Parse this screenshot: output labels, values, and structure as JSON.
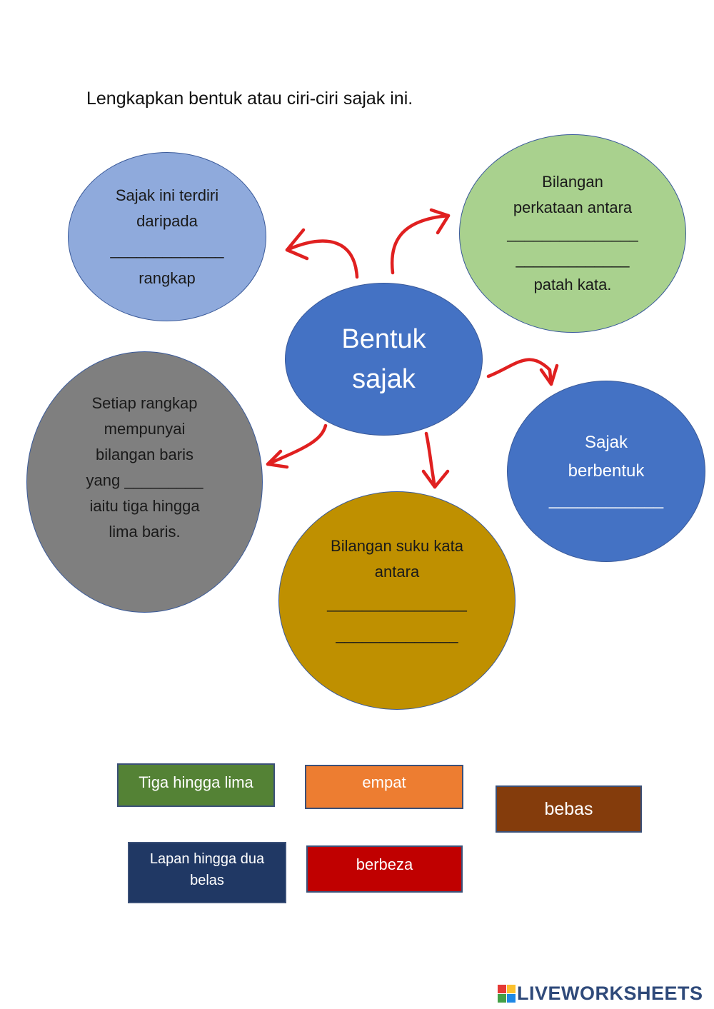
{
  "instruction": "Lengkapkan bentuk atau ciri-ciri sajak ini.",
  "center": {
    "lines": [
      "Bentuk",
      "sajak"
    ]
  },
  "bubbles": {
    "rangkap": {
      "lines": [
        "Sajak ini terdiri",
        "daripada",
        "_____________",
        "rangkap"
      ]
    },
    "perkataan": {
      "lines": [
        "Bilangan",
        "perkataan antara",
        "_______________",
        "_____________",
        "patah kata."
      ]
    },
    "berbentuk": {
      "lines": [
        "Sajak",
        "berbentuk",
        "____________"
      ]
    },
    "baris": {
      "lines": [
        "Setiap rangkap",
        "mempunyai",
        "bilangan baris",
        "yang _________",
        "iaitu tiga hingga",
        "lima baris."
      ]
    },
    "suku_kata": {
      "lines": [
        "Bilangan suku kata",
        "antara",
        "________________",
        "______________"
      ]
    }
  },
  "answers": {
    "tiga_hingga_lima": "Tiga hingga lima",
    "empat": "empat",
    "bebas": "bebas",
    "lapan_hingga_dua_belas": [
      "Lapan hingga dua",
      "belas"
    ],
    "berbeza": "berbeza"
  },
  "colors": {
    "center": "#4472c4",
    "rangkap": "#8faadc",
    "perkataan": "#a9d18e",
    "berbentuk": "#4472c4",
    "baris": "#7f7f7f",
    "suku_kata": "#bf9000",
    "arrow": "#e02020",
    "tiga_hingga_lima": "#548235",
    "empat": "#ed7d31",
    "bebas": "#843c0c",
    "lapan_hingga_dua_belas": "#203864",
    "berbeza": "#c00000"
  },
  "logo": {
    "text": "LIVEWORKSHEETS"
  }
}
